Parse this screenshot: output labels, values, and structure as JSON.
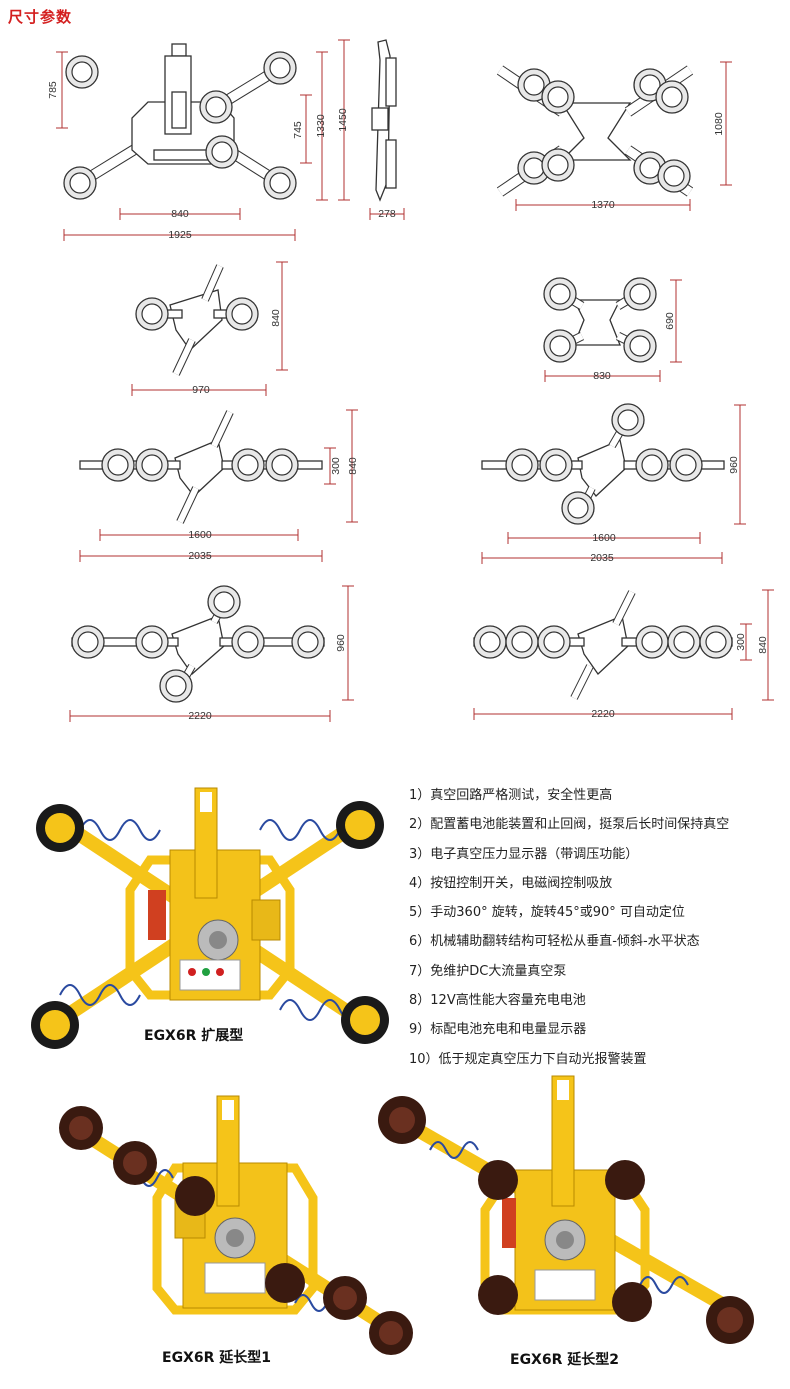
{
  "section_title": "尺寸参数",
  "dimensions": {
    "d1": {
      "h_left": "785",
      "h_mid": "745",
      "h_a": "1330",
      "h_b": "1450",
      "w_inner": "840",
      "w_outer": "1925"
    },
    "side": {
      "w": "278"
    },
    "d2": {
      "h": "1080",
      "w": "1370"
    },
    "d3": {
      "h": "840",
      "w": "970"
    },
    "d4": {
      "h": "690",
      "w": "830"
    },
    "d5": {
      "h_inner": "300",
      "h_outer": "840",
      "w_inner": "1600",
      "w_outer": "2035"
    },
    "d6": {
      "h": "960",
      "w_inner": "1600",
      "w_outer": "2035"
    },
    "d7": {
      "h": "960",
      "w": "2220"
    },
    "d8": {
      "h_inner": "300",
      "h_outer": "840",
      "w": "2220"
    }
  },
  "features": [
    "1）真空回路严格测试，安全性更高",
    "2）配置蓄电池能装置和止回阀，挺泵后长时间保持真空",
    "3）电子真空压力显示器（带调压功能）",
    "4）按钮控制开关，电磁阀控制吸放",
    "5）手动360°  旋转，旋转45°或90° 可自动定位",
    "6）机械辅助翻转结构可轻松从垂直-倾斜-水平状态",
    "7）免维护DC大流量真空泵",
    "8）12V高性能大容量充电电池",
    "9）标配电池充电和电量显示器",
    "10）低于规定真空压力下自动光报警装置"
  ],
  "captions": {
    "extended": "EGX6R 扩展型",
    "long1": "EGX6R 延长型1",
    "long2": "EGX6R 延长型2"
  },
  "colors": {
    "accent_red": "#d42020",
    "dim_line": "#b03030",
    "yellow": "#f5c419",
    "pad_dark": "#5a3020"
  }
}
